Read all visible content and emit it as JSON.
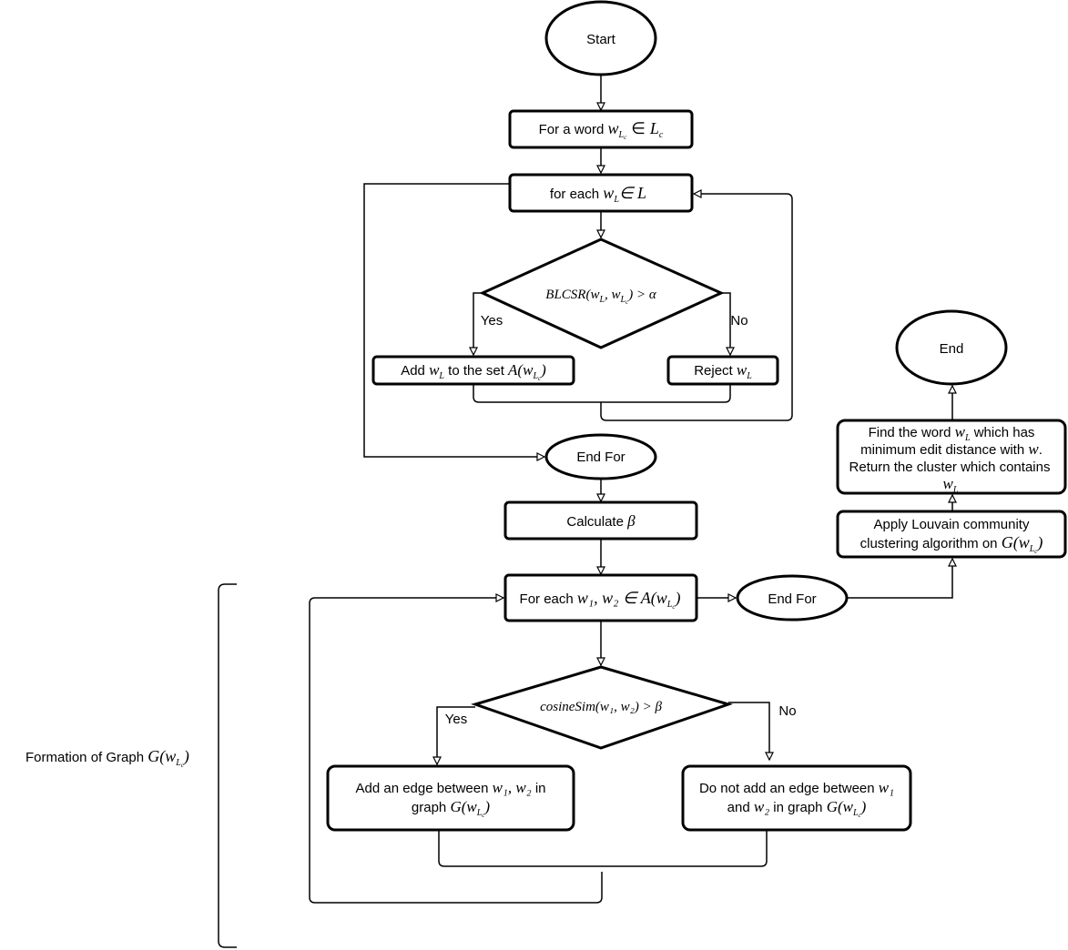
{
  "nodes": {
    "start": "Start",
    "for_word": {
      "text": "For a word",
      "math": "w",
      "sub": "Lc",
      "rel": "∈ L",
      "rel_sub": "c"
    },
    "for_each_wl": {
      "text": "for each",
      "math": "w",
      "sub": "L",
      "rel": "∈ L"
    },
    "blcsr": {
      "fn": "BLCSR(w",
      "sub1": "L",
      "mid": ", w",
      "sub2": "Lc",
      "tail": ") > α"
    },
    "add_set": {
      "text": "Add",
      "math": "w",
      "sub": "L",
      "text2": "to the set",
      "set": "A(w",
      "set_sub": "Lc",
      "set_tail": ")"
    },
    "reject": {
      "text": "Reject",
      "math": "w",
      "sub": "L"
    },
    "end_for_1": "End For",
    "calc_beta": {
      "text": "Calculate",
      "math": "β"
    },
    "for_each_pair": {
      "text": "For each",
      "math": "w₁, w₂ ∈ A(w",
      "sub": "Lc",
      "tail": ")"
    },
    "end_for_2": "End For",
    "cosine": {
      "fn": "cosineSim(w₁, w₂) > β"
    },
    "add_edge": {
      "line1": "Add an edge between",
      "math1": "w₁, w₂",
      "line1b": "in",
      "line2": "graph",
      "math2": "G(w",
      "sub": "Lc",
      "tail": ")"
    },
    "no_edge": {
      "line1": "Do not add an edge between",
      "math1": "w₁",
      "line2a": "and",
      "math2a": "w₂",
      "line2b": "in graph",
      "math2": "G(w",
      "sub": "Lc",
      "tail": ")"
    },
    "louvain": {
      "line1": "Apply Louvain community",
      "line2": "clustering algorithm on",
      "math": "G(w",
      "sub": "Lc",
      "tail": ")"
    },
    "find_word": {
      "line1a": "Find the word",
      "math1": "w",
      "sub1": "L",
      "line1b": "which has",
      "line2a": "minimum edit distance with",
      "math2": "w",
      "line2b": ".",
      "line3": "Return the cluster which contains",
      "math4": "w",
      "sub4": "L"
    },
    "end": "End"
  },
  "edge_labels": {
    "yes_1": "Yes",
    "no_1": "No",
    "yes_2": "Yes",
    "no_2": "No"
  },
  "bracket_label": {
    "text": "Formation of Graph",
    "math": "G(w",
    "sub": "Lc",
    "tail": ")"
  }
}
